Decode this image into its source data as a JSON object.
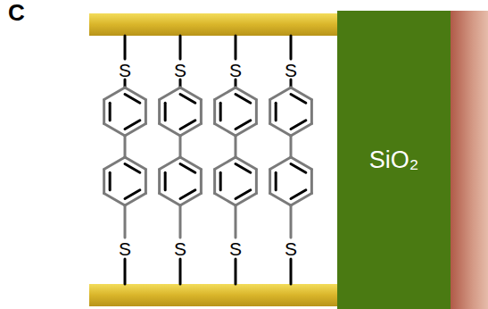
{
  "diagram": {
    "nodes": [
      {
        "text": [
          "SiO₂"
        ]
      }
    ],
    "labels": [
      "C",
      "S",
      "S",
      "S",
      "S",
      "S",
      "S",
      "S",
      "S"
    ]
  }
}
